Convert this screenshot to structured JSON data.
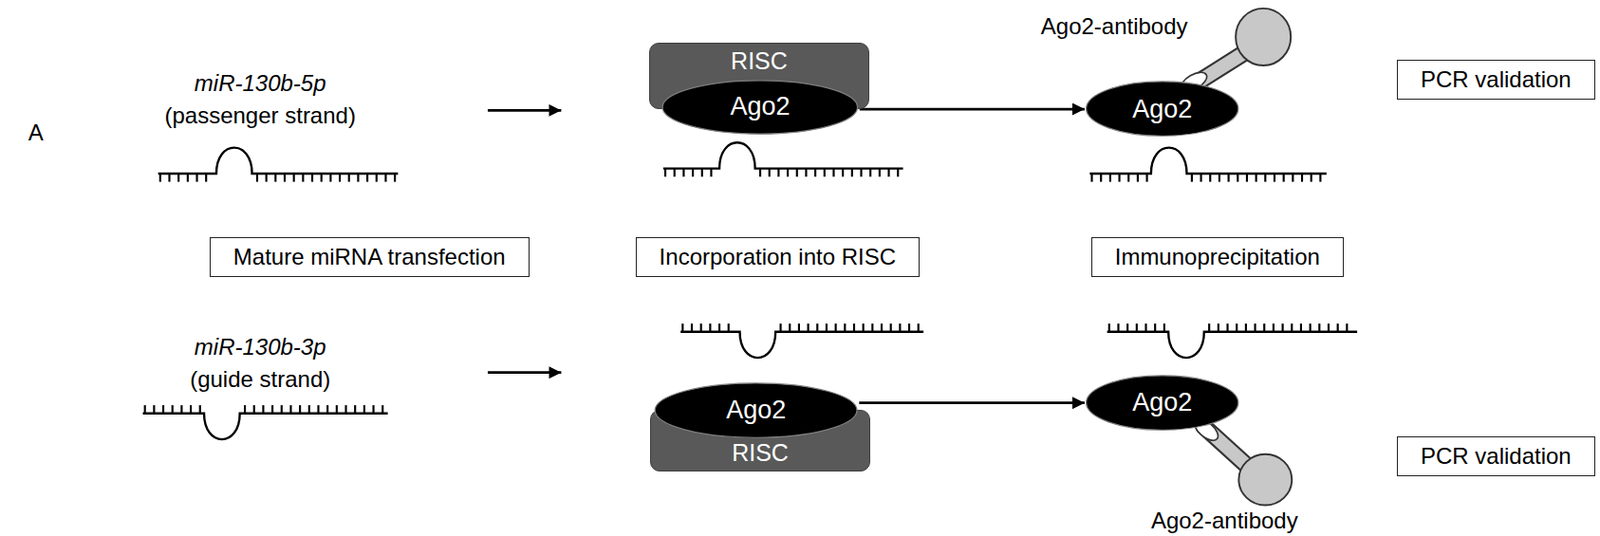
{
  "diagram": {
    "nodes": [
      {
        "text": [
          "RISC"
        ]
      },
      {
        "text": [
          "Ago2"
        ]
      },
      {
        "text": [
          "Ago2"
        ]
      },
      {
        "text": [
          "PCR validation"
        ]
      },
      {
        "text": [
          "Mature miRNA transfection"
        ]
      },
      {
        "text": [
          "Incorporation into RISC"
        ]
      },
      {
        "text": [
          "Immunoprecipitation"
        ]
      },
      {
        "text": [
          "Ago2"
        ]
      },
      {
        "text": [
          "RISC"
        ]
      },
      {
        "text": [
          "Ago2"
        ]
      },
      {
        "text": [
          "PCR validation"
        ]
      }
    ],
    "edges": [
      {
        "from": 1,
        "to": 2,
        "arrow": "to"
      },
      {
        "from": 7,
        "to": 9,
        "arrow": "to"
      }
    ],
    "labels": [
      "A",
      "miR-130b-5p",
      "(passenger strand)",
      "Ago2-antibody",
      "miR-130b-3p",
      "(guide strand)",
      "Ago2-antibody"
    ]
  }
}
